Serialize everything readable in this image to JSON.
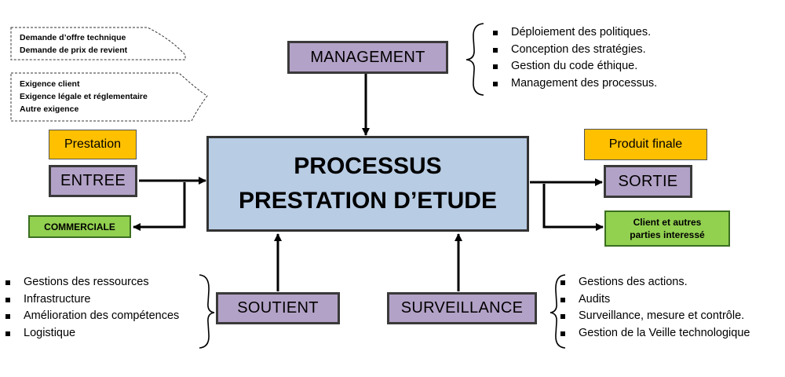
{
  "notes": {
    "top": [
      "Demande d’offre technique",
      "Demande de prix de revient"
    ],
    "bottom": [
      "Exigence client",
      "Exigence légale et réglementaire",
      "Autre exigence"
    ]
  },
  "boxes": {
    "management": "MANAGEMENT",
    "prestation": "Prestation",
    "entree": "ENTREE",
    "commerciale": "COMMERCIALE",
    "process_line1": "PROCESSUS",
    "process_line2": "PRESTATION D’ETUDE",
    "produit_finale": "Produit finale",
    "sortie": "SORTIE",
    "client_line1": "Client et autres",
    "client_line2": "parties interessé",
    "soutient": "SOUTIENT",
    "surveillance": "SURVEILLANCE"
  },
  "lists": {
    "management": [
      "Déploiement des politiques.",
      "Conception des stratégies.",
      "Gestion du code éthique.",
      "Management des processus."
    ],
    "soutient": [
      "Gestions des ressources",
      "Infrastructure",
      "Amélioration des compétences",
      "Logistique"
    ],
    "surveillance": [
      "Gestions des actions.",
      "Audits",
      "Surveillance, mesure  et contrôle.",
      "Gestion de la Veille technologique"
    ]
  },
  "colors": {
    "purple_box": "#b3a2c7",
    "orange_box": "#ffc000",
    "green_box": "#92d050",
    "process_box": "#b8cce4"
  }
}
